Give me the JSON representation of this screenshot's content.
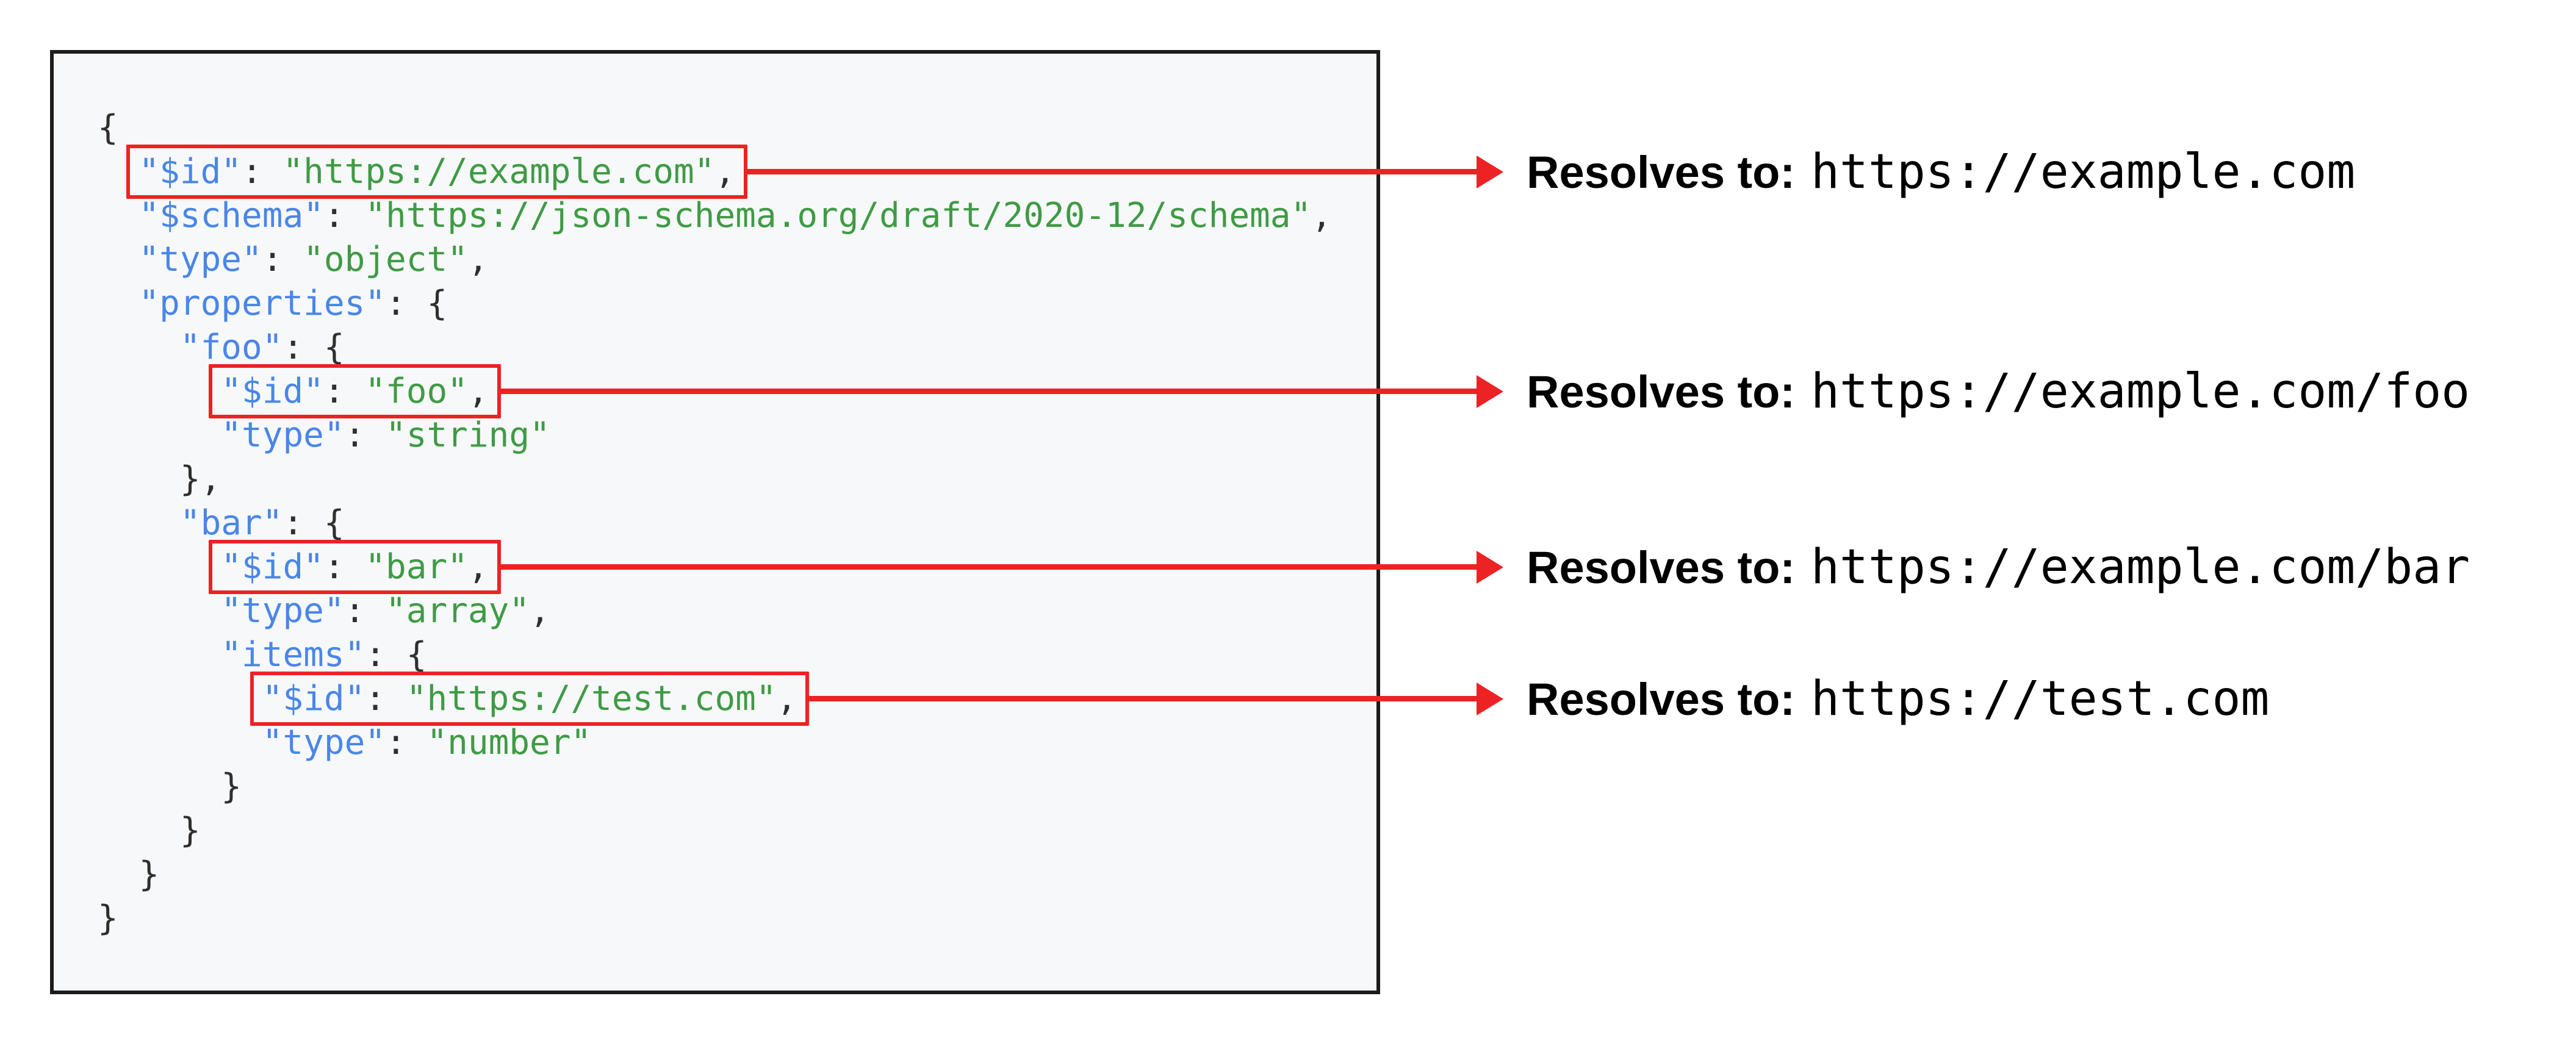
{
  "colors": {
    "panel_bg": "#f7f8f9",
    "panel_border": "#1b1b1b",
    "key": "#4a86e8",
    "string": "#3f9b45",
    "punct": "#2f2f2f",
    "highlight_red": "#ed2224"
  },
  "code": {
    "lines": [
      {
        "indent": "",
        "highlight": false,
        "segments": [
          {
            "text": "{",
            "type": "punct"
          }
        ]
      },
      {
        "indent": "  ",
        "highlight": true,
        "annotation": 0,
        "segments": [
          {
            "text": "\"$id\"",
            "type": "key"
          },
          {
            "text": ": ",
            "type": "punct"
          },
          {
            "text": "\"https://example.com\"",
            "type": "string"
          },
          {
            "text": ",",
            "type": "punct"
          }
        ]
      },
      {
        "indent": "  ",
        "highlight": false,
        "segments": [
          {
            "text": "\"$schema\"",
            "type": "key"
          },
          {
            "text": ": ",
            "type": "punct"
          },
          {
            "text": "\"https://json-schema.org/draft/2020-12/schema\"",
            "type": "string"
          },
          {
            "text": ",",
            "type": "punct"
          }
        ]
      },
      {
        "indent": "  ",
        "highlight": false,
        "segments": [
          {
            "text": "\"type\"",
            "type": "key"
          },
          {
            "text": ": ",
            "type": "punct"
          },
          {
            "text": "\"object\"",
            "type": "string"
          },
          {
            "text": ",",
            "type": "punct"
          }
        ]
      },
      {
        "indent": "  ",
        "highlight": false,
        "segments": [
          {
            "text": "\"properties\"",
            "type": "key"
          },
          {
            "text": ": {",
            "type": "punct"
          }
        ]
      },
      {
        "indent": "    ",
        "highlight": false,
        "segments": [
          {
            "text": "\"foo\"",
            "type": "key"
          },
          {
            "text": ": {",
            "type": "punct"
          }
        ]
      },
      {
        "indent": "      ",
        "highlight": true,
        "annotation": 1,
        "segments": [
          {
            "text": "\"$id\"",
            "type": "key"
          },
          {
            "text": ": ",
            "type": "punct"
          },
          {
            "text": "\"foo\"",
            "type": "string"
          },
          {
            "text": ",",
            "type": "punct"
          }
        ]
      },
      {
        "indent": "      ",
        "highlight": false,
        "segments": [
          {
            "text": "\"type\"",
            "type": "key"
          },
          {
            "text": ": ",
            "type": "punct"
          },
          {
            "text": "\"string\"",
            "type": "string"
          }
        ]
      },
      {
        "indent": "    ",
        "highlight": false,
        "segments": [
          {
            "text": "},",
            "type": "punct"
          }
        ]
      },
      {
        "indent": "    ",
        "highlight": false,
        "segments": [
          {
            "text": "\"bar\"",
            "type": "key"
          },
          {
            "text": ": {",
            "type": "punct"
          }
        ]
      },
      {
        "indent": "      ",
        "highlight": true,
        "annotation": 2,
        "segments": [
          {
            "text": "\"$id\"",
            "type": "key"
          },
          {
            "text": ": ",
            "type": "punct"
          },
          {
            "text": "\"bar\"",
            "type": "string"
          },
          {
            "text": ",",
            "type": "punct"
          }
        ]
      },
      {
        "indent": "      ",
        "highlight": false,
        "segments": [
          {
            "text": "\"type\"",
            "type": "key"
          },
          {
            "text": ": ",
            "type": "punct"
          },
          {
            "text": "\"array\"",
            "type": "string"
          },
          {
            "text": ",",
            "type": "punct"
          }
        ]
      },
      {
        "indent": "      ",
        "highlight": false,
        "segments": [
          {
            "text": "\"items\"",
            "type": "key"
          },
          {
            "text": ": {",
            "type": "punct"
          }
        ]
      },
      {
        "indent": "        ",
        "highlight": true,
        "annotation": 3,
        "segments": [
          {
            "text": "\"$id\"",
            "type": "key"
          },
          {
            "text": ": ",
            "type": "punct"
          },
          {
            "text": "\"https://test.com\"",
            "type": "string"
          },
          {
            "text": ",",
            "type": "punct"
          }
        ]
      },
      {
        "indent": "        ",
        "highlight": false,
        "segments": [
          {
            "text": "\"type\"",
            "type": "key"
          },
          {
            "text": ": ",
            "type": "punct"
          },
          {
            "text": "\"number\"",
            "type": "string"
          }
        ]
      },
      {
        "indent": "      ",
        "highlight": false,
        "segments": [
          {
            "text": "}",
            "type": "punct"
          }
        ]
      },
      {
        "indent": "    ",
        "highlight": false,
        "segments": [
          {
            "text": "}",
            "type": "punct"
          }
        ]
      },
      {
        "indent": "  ",
        "highlight": false,
        "segments": [
          {
            "text": "}",
            "type": "punct"
          }
        ]
      },
      {
        "indent": "",
        "highlight": false,
        "segments": [
          {
            "text": "}",
            "type": "punct"
          }
        ]
      }
    ]
  },
  "annotations": [
    {
      "label": "Resolves to:",
      "value": "https://example.com"
    },
    {
      "label": "Resolves to:",
      "value": "https://example.com/foo"
    },
    {
      "label": "Resolves to:",
      "value": "https://example.com/bar"
    },
    {
      "label": "Resolves to:",
      "value": "https://test.com"
    }
  ]
}
